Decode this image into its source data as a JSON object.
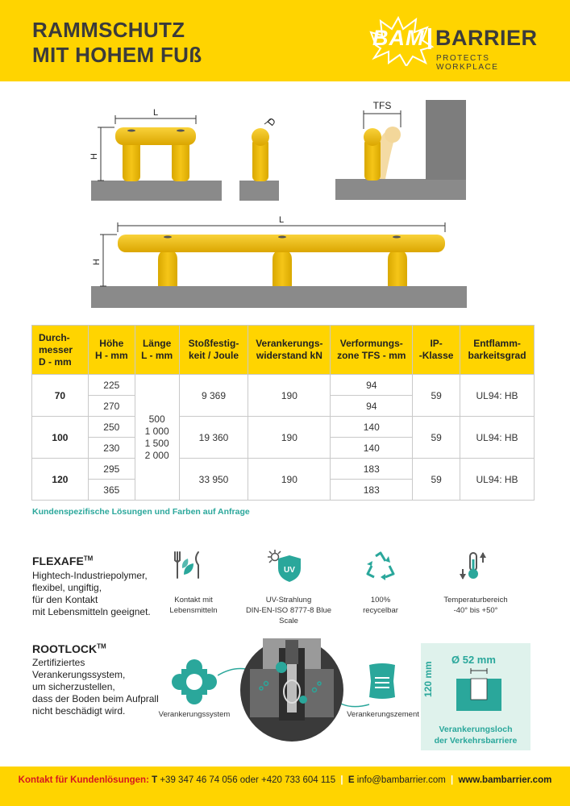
{
  "header": {
    "title_line1": "RAMMSCHUTZ",
    "title_line2": "MIT HOHEM FUß",
    "logo_left": "BAM",
    "logo_right": "BARRIER",
    "logo_tagline": "PROTECTS WORKPLACE"
  },
  "drawings": {
    "label_L_top": "L",
    "label_H_top": "H",
    "label_D": "D",
    "label_TFS": "TFS",
    "label_L_bottom": "L",
    "label_H_bottom": "H"
  },
  "table": {
    "headers": [
      [
        "Durch-",
        "messer",
        "D - mm"
      ],
      [
        "Höhe",
        "H - mm"
      ],
      [
        "Länge",
        "L - mm"
      ],
      [
        "Stoßfestig-",
        "keit / Joule"
      ],
      [
        "Verankerungs-",
        "widerstand  kN"
      ],
      [
        "Verformungs-",
        "zone TFS - mm"
      ],
      [
        "IP-",
        "-Klasse"
      ],
      [
        "Entflamm-",
        "barkeitsgrad"
      ]
    ],
    "lengths": [
      "500",
      "1 000",
      "1 500",
      "2 000"
    ],
    "groups": [
      {
        "diameter": "70",
        "heights": [
          "225",
          "270"
        ],
        "impact": "9 369",
        "anchor": "190",
        "tfs": [
          "94",
          "94"
        ],
        "ip": "59",
        "flame": "UL94: HB"
      },
      {
        "diameter": "100",
        "heights": [
          "250",
          "230"
        ],
        "impact": "19 360",
        "anchor": "190",
        "tfs": [
          "140",
          "140"
        ],
        "ip": "59",
        "flame": "UL94: HB"
      },
      {
        "diameter": "120",
        "heights": [
          "295",
          "365"
        ],
        "impact": "33 950",
        "anchor": "190",
        "tfs": [
          "183",
          "183"
        ],
        "ip": "59",
        "flame": "UL94: HB"
      }
    ],
    "note": "Kundenspezifische Lösungen und Farben auf Anfrage"
  },
  "flexafe": {
    "title": "FLEXAFE",
    "tm": "TM",
    "desc": [
      "Hightech-Industriepolymer,",
      "flexibel, ungiftig,",
      "für den Kontakt",
      "mit Lebensmitteln geeignet."
    ],
    "icons": [
      {
        "icon": "food-contact-icon",
        "caption": [
          "Kontakt mit",
          "Lebensmitteln"
        ]
      },
      {
        "icon": "uv-shield-icon",
        "badge": "UV",
        "caption": [
          "UV-Strahlung",
          "DIN-EN-ISO 8777-8 Blue",
          "Scale"
        ]
      },
      {
        "icon": "recycle-icon",
        "caption": [
          "100%",
          "recycelbar"
        ]
      },
      {
        "icon": "thermometer-icon",
        "caption": [
          "Temperaturbereich",
          "-40° bis +50°"
        ]
      }
    ]
  },
  "rootlock": {
    "title": "ROOTLOCK",
    "tm": "TM",
    "desc": [
      "Zertifiziertes",
      "Verankerungssystem,",
      "um sicherzustellen,",
      "dass der Boden beim Aufprall",
      "nicht beschädigt wird."
    ],
    "cap_system": "Verankerungssystem",
    "cap_cement": "Verankerungszement",
    "anchor_diameter": "Ø 52 mm",
    "anchor_depth": "120 mm",
    "anchor_caption": [
      "Verankerungsloch",
      "der Verkehrsbarriere"
    ]
  },
  "footer": {
    "contact_label": "Kontakt für Kundenlösungen:",
    "t_label": "T",
    "phones": "+39 347 46 74 056 oder +420 733 604 115",
    "sep": "|",
    "e_label": "E",
    "email": "info@bambarrier.com",
    "web": "www.bambarrier.com"
  },
  "colors": {
    "brand_yellow": "#FFD400",
    "accent_teal": "#2aa79b",
    "bar_yellow": "#F2C21A",
    "floor_gray": "#8a8a8a"
  }
}
